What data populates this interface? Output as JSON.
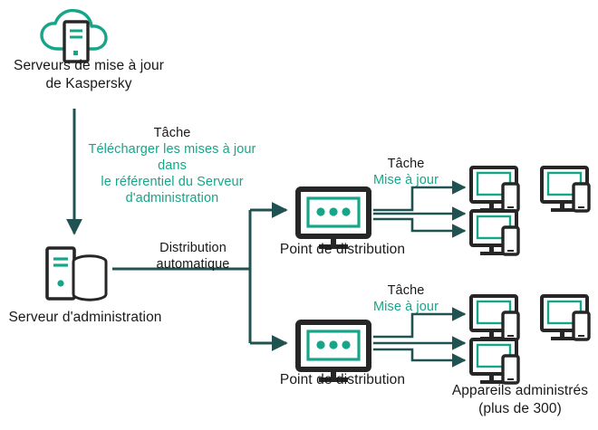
{
  "diagram": {
    "title": "Kaspersky update distribution topology",
    "colors": {
      "teal": "#17a589",
      "teal_dark": "#1f5250",
      "dark": "#262626",
      "text_dark": "#191919",
      "background": "#ffffff"
    },
    "nodes": {
      "update_servers": {
        "icon": "cloud-server-icon",
        "label_line1": "Serveurs de mise à jour",
        "label_line2": "de Kaspersky"
      },
      "admin_server": {
        "icon": "server-database-icon",
        "label": "Serveur d'administration"
      },
      "distribution_point_top": {
        "icon": "distribution-point-icon",
        "label": "Point de distribution"
      },
      "distribution_point_bottom": {
        "icon": "distribution-point-icon",
        "label": "Point de distribution"
      },
      "managed_devices": {
        "icon": "monitor-phone-icon",
        "label_line1": "Appareils administrés",
        "label_line2": "(plus de 300)"
      }
    },
    "edges": {
      "download_task": {
        "heading": "Tâche",
        "body_line1": "Télécharger les mises à jour",
        "body_line2": "dans",
        "body_line3": "le référentiel du Serveur",
        "body_line4": "d'administration"
      },
      "auto_distribution": {
        "line1": "Distribution",
        "line2": "automatique"
      },
      "update_task_top": {
        "heading": "Tâche",
        "body": "Mise à jour"
      },
      "update_task_bottom": {
        "heading": "Tâche",
        "body": "Mise à jour"
      }
    }
  }
}
